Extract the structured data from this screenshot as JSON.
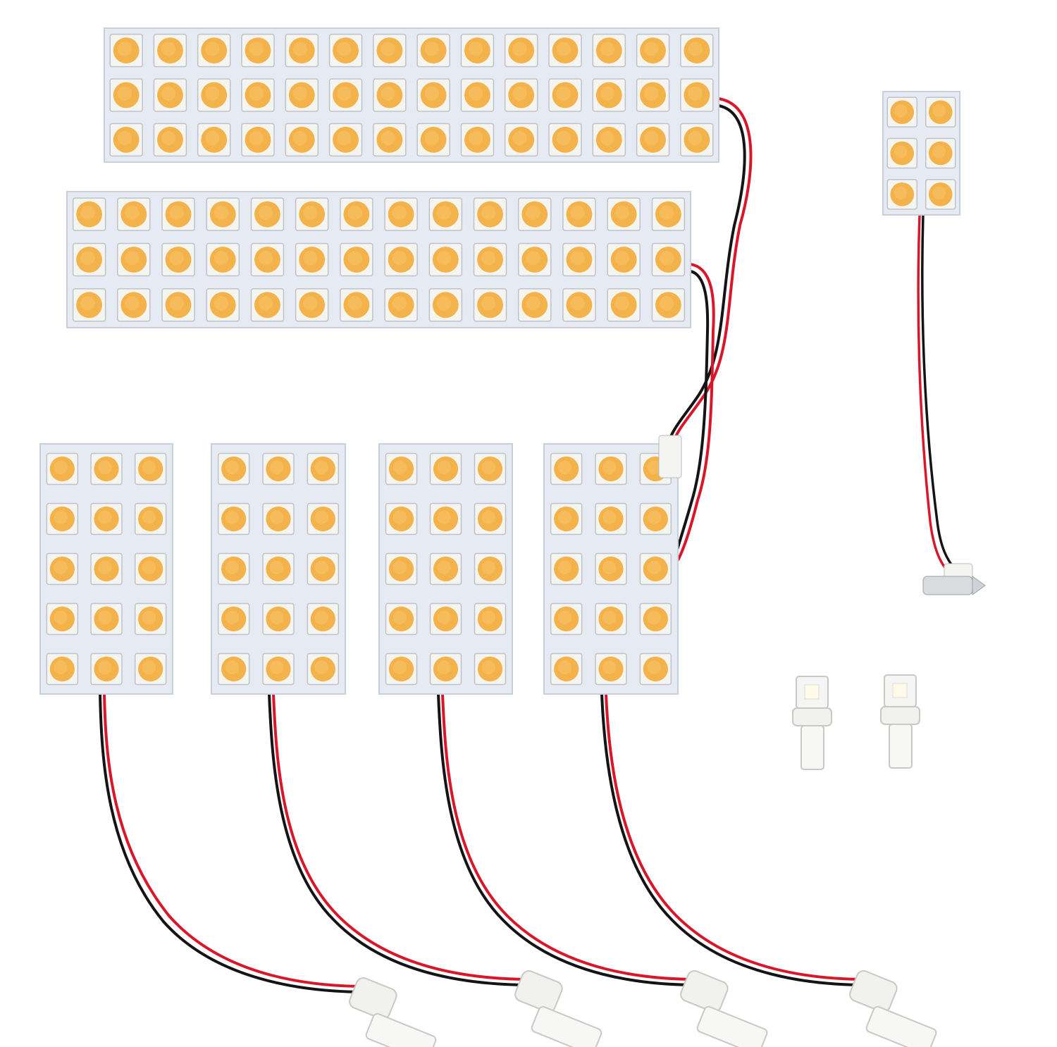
{
  "colors": {
    "background": "#ffffff",
    "board": "#e6eaf2",
    "board_edge": "#c9cfdb",
    "led_housing": "#f4f4f0",
    "led_lens": "#f4b24a",
    "led_lens_center": "#f7c064",
    "wire_red": "#d8182a",
    "wire_black": "#141414",
    "bulb_base": "#f1f1ee"
  },
  "panels": [
    {
      "name": "long-panel-top",
      "cols": 14,
      "rows": 3
    },
    {
      "name": "long-panel-middle",
      "cols": 14,
      "rows": 3
    },
    {
      "name": "small-panel-right",
      "cols": 2,
      "rows": 3
    },
    {
      "name": "square-panel-1",
      "cols": 3,
      "rows": 5
    },
    {
      "name": "square-panel-2",
      "cols": 3,
      "rows": 5
    },
    {
      "name": "square-panel-3",
      "cols": 3,
      "rows": 5
    },
    {
      "name": "square-panel-4",
      "cols": 3,
      "rows": 5
    }
  ]
}
